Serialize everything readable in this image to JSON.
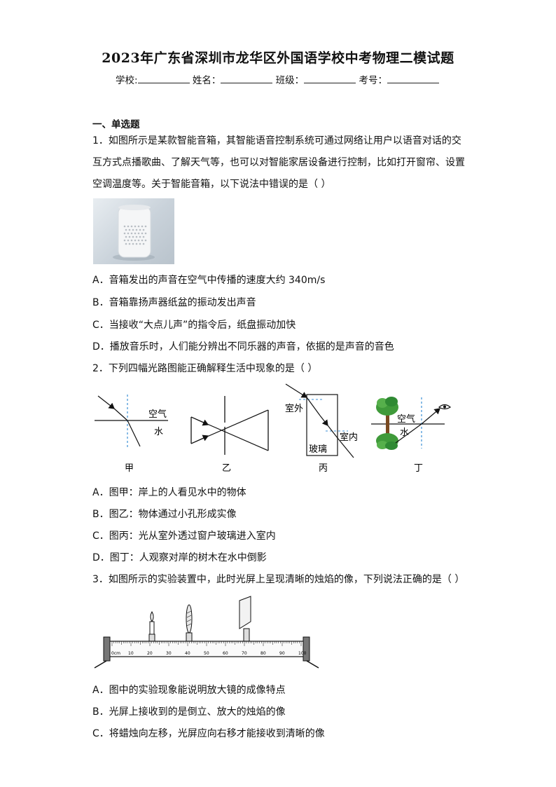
{
  "title": "2023年广东省深圳市龙华区外国语学校中考物理二模试题",
  "info": {
    "school": "学校:",
    "name": "姓名：",
    "class": "班级：",
    "exam_no": "考号："
  },
  "section": "一、单选题",
  "q1": {
    "line1": "1．如图所示是某款智能音箱，其智能语音控制系统可通过网络让用户以语音对话的交",
    "line2": "互方式点播歌曲、了解天气等，也可以对智能家居设备进行控制，比如打开窗帘、设置",
    "line3": "空调温度等。关于智能音箱，以下说法中错误的是（      ）",
    "options": [
      "A．音箱发出的声音在空气中传播的速度大约 340m/s",
      "B．音箱靠扬声器纸盆的振动发出声音",
      "C．当接收“大点儿声”的指令后，纸盘振动加快",
      "D．播放音乐时，人们能分辨出不同乐器的声音，依据的是声音的音色"
    ]
  },
  "q2": {
    "stem": "2．下列四幅光路图能正确解释生活中现象的是（      ）",
    "fig": {
      "air": "空气",
      "water": "水",
      "outdoor": "室外",
      "indoor": "室内",
      "glass": "玻璃",
      "labels": [
        "甲",
        "乙",
        "丙",
        "丁"
      ]
    },
    "options": [
      "A．图甲：岸上的人看见水中的物体",
      "B．图乙：物体通过小孔形成实像",
      "C．图丙：光从室外透过窗户玻璃进入室内",
      "D．图丁：人观察对岸的树木在水中倒影"
    ]
  },
  "q3": {
    "stem": "3．如图所示的实验装置中，此时光屏上呈现清晰的烛焰的像，下列说法正确的是（      ）",
    "ruler": {
      "unit": "0cm",
      "ticks": [
        "10",
        "20",
        "30",
        "40",
        "50",
        "60",
        "70",
        "80",
        "90",
        "100"
      ]
    },
    "options": [
      "A．图中的实验现象能说明放大镜的成像特点",
      "B．光屏上接收到的是倒立、放大的烛焰的像",
      "C．将蜡烛向左移，光屏应向右移才能接收到清晰的像"
    ]
  }
}
